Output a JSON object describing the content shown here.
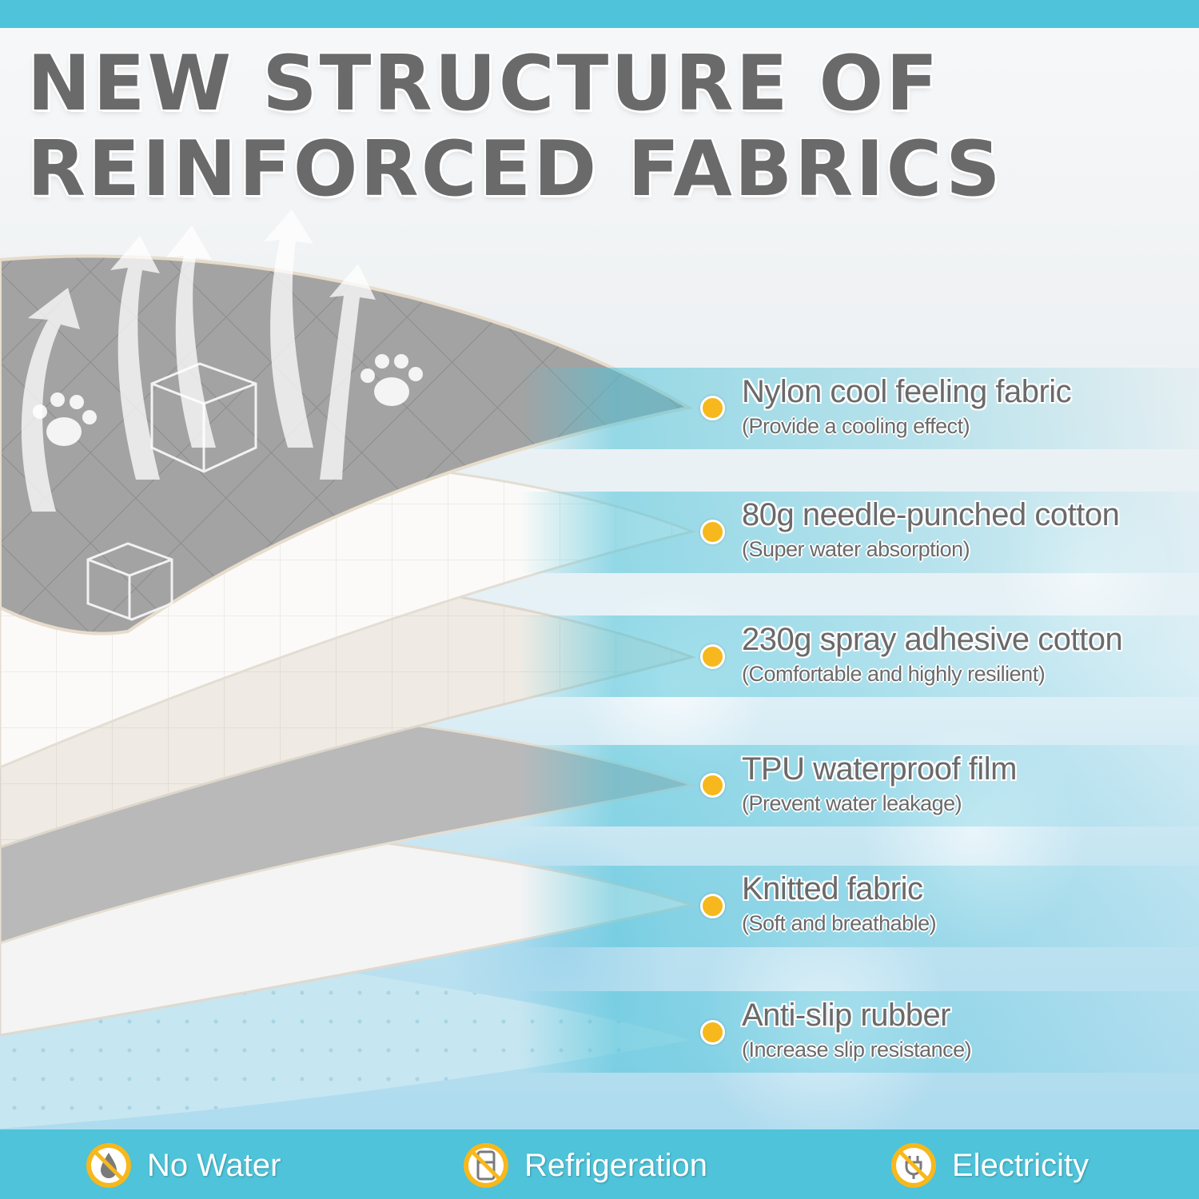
{
  "headline": {
    "line1": "NEW STRUCTURE OF",
    "line2": "REINFORCED FABRICS"
  },
  "layers": [
    {
      "title": "Nylon cool feeling fabric",
      "desc": "(Provide a cooling effect)"
    },
    {
      "title": "80g needle-punched cotton",
      "desc": "(Super water absorption)"
    },
    {
      "title": "230g spray adhesive cotton",
      "desc": "(Comfortable and highly resilient)"
    },
    {
      "title": "TPU waterproof film",
      "desc": "(Prevent water leakage)"
    },
    {
      "title": "Knitted fabric",
      "desc": "(Soft and breathable)"
    },
    {
      "title": "Anti-slip rubber",
      "desc": "(Increase slip resistance)"
    }
  ],
  "features": [
    {
      "label": "No Water",
      "icon": "no-water-icon"
    },
    {
      "label": "Refrigeration",
      "icon": "no-refrigerator-icon"
    },
    {
      "label": "Electricity",
      "icon": "no-plug-icon"
    }
  ],
  "colors": {
    "accent": "#4ec3d9",
    "text": "#6a6a6a",
    "dot": "#f6b81c",
    "icon_circle": "#f6b81c"
  }
}
